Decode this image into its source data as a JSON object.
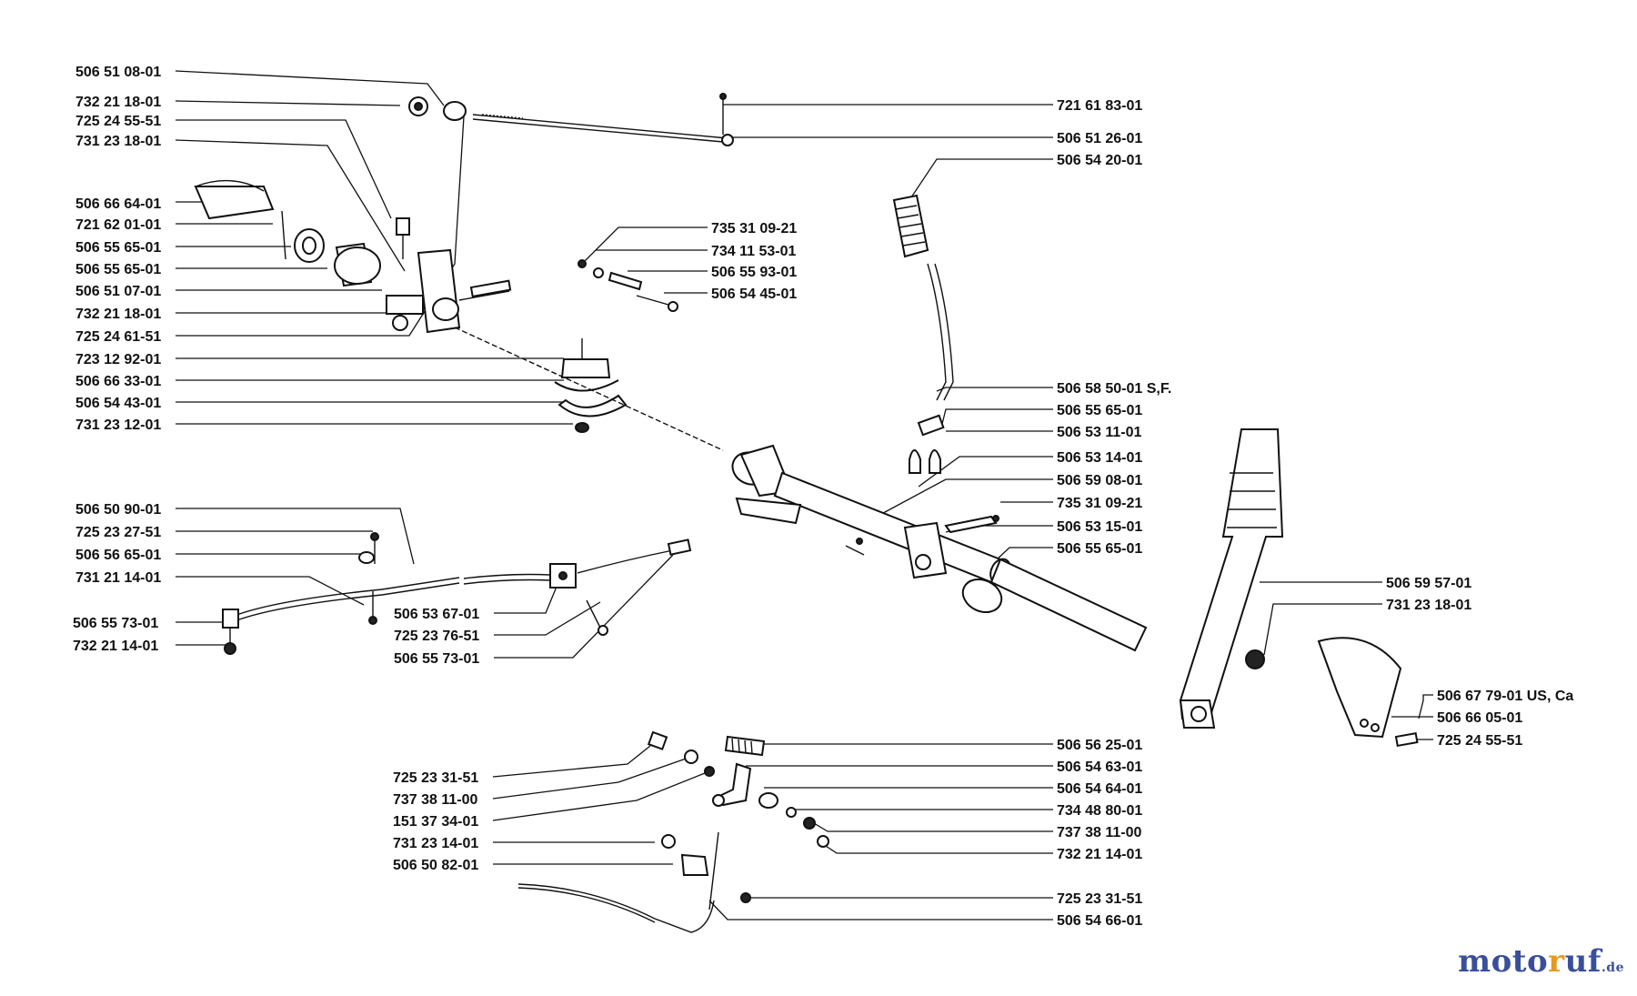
{
  "labels_left": [
    "506 51 08-01",
    "732 21 18-01",
    "725 24 55-51",
    "731 23 18-01",
    "506 66 64-01",
    "721 62 01-01",
    "506 55 65-01",
    "506 55 65-01",
    "506 51 07-01",
    "732 21 18-01",
    "725 24 61-51",
    "723 12 92-01",
    "506 66 33-01",
    "506 54 43-01",
    "731 23 12-01",
    "506 50 90-01",
    "725 23 27-51",
    "506 56 65-01",
    "731 21 14-01",
    "506 55 73-01",
    "732 21 14-01"
  ],
  "labels_mid_upper": [
    "735 31 09-21",
    "734 11 53-01",
    "506 55 93-01",
    "506 54 45-01"
  ],
  "labels_mid_lower": [
    "506 53 67-01",
    "725 23 76-51",
    "506 55 73-01"
  ],
  "labels_right_upper": [
    "721 61 83-01",
    "506 51 26-01",
    "506 54 20-01",
    "506 58 50-01 S,F.",
    "506 55 65-01",
    "506 53 11-01",
    "506 53 14-01",
    "506 59 08-01",
    "735 31 09-21",
    "506 53 15-01",
    "506 55 65-01"
  ],
  "labels_far_right": [
    "506 59 57-01",
    "731 23 18-01",
    "506 67 79-01 US, Ca",
    "506 66 05-01",
    "725 24 55-51"
  ],
  "labels_bottom_left": [
    "725 23 31-51",
    "737 38 11-00",
    "151 37 34-01",
    "731 23 14-01",
    "506 50 82-01"
  ],
  "labels_bottom_right": [
    "506 56 25-01",
    "506 54 63-01",
    "506 54 64-01",
    "734 48 80-01",
    "737 38 11-00",
    "732 21 14-01",
    "725 23 31-51",
    "506 54 66-01"
  ],
  "watermark": {
    "part1": "moto",
    "part2": "r",
    "part3": "uf",
    "part4": ".de"
  }
}
